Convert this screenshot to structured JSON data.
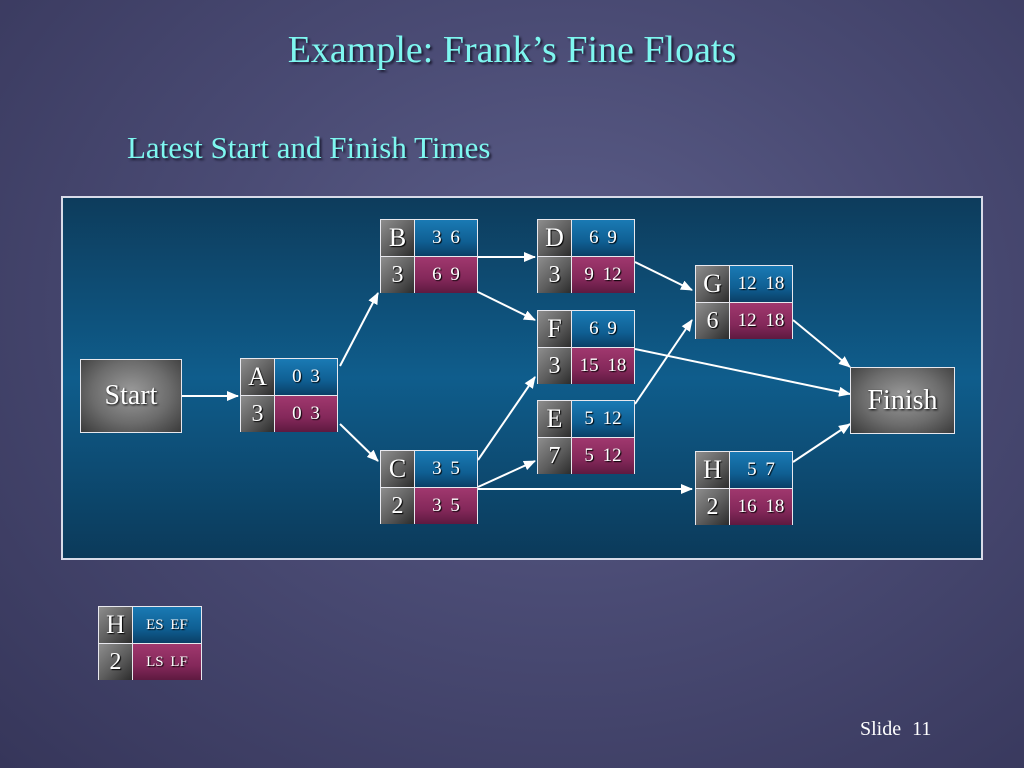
{
  "title": "Example:  Frank’s Fine Floats",
  "subtitle": "Latest Start and Finish Times",
  "terminals": {
    "start": "Start",
    "finish": "Finish"
  },
  "nodes": [
    {
      "id": "A",
      "letter": "A",
      "duration": "3",
      "early": "0  3",
      "late": "0  3"
    },
    {
      "id": "B",
      "letter": "B",
      "duration": "3",
      "early": "3  6",
      "late": "6  9"
    },
    {
      "id": "C",
      "letter": "C",
      "duration": "2",
      "early": "3  5",
      "late": "3  5"
    },
    {
      "id": "D",
      "letter": "D",
      "duration": "3",
      "early": "6   9",
      "late": "9  12"
    },
    {
      "id": "F",
      "letter": "F",
      "duration": "3",
      "early": "6   9",
      "late": "15 18"
    },
    {
      "id": "E",
      "letter": "E",
      "duration": "7",
      "early": "5  12",
      "late": "5  12"
    },
    {
      "id": "G",
      "letter": "G",
      "duration": "6",
      "early": "12 18",
      "late": "12 18"
    },
    {
      "id": "H",
      "letter": "H",
      "duration": "2",
      "early": "5   7",
      "late": "16 18"
    }
  ],
  "edges": [
    [
      "Start",
      "A"
    ],
    [
      "A",
      "B"
    ],
    [
      "A",
      "C"
    ],
    [
      "B",
      "D"
    ],
    [
      "B",
      "F"
    ],
    [
      "C",
      "F"
    ],
    [
      "C",
      "E"
    ],
    [
      "C",
      "H"
    ],
    [
      "D",
      "G"
    ],
    [
      "E",
      "G"
    ],
    [
      "F",
      "Finish"
    ],
    [
      "G",
      "Finish"
    ],
    [
      "H",
      "Finish"
    ]
  ],
  "legend": {
    "letter": "H",
    "duration": "2",
    "early": "ES  EF",
    "late": "LS  LF"
  },
  "footer": {
    "label": "Slide",
    "number": "11"
  },
  "colors": {
    "title": "#7ef7f0",
    "early_cell": "#0f5f93",
    "late_cell": "#84285a",
    "panel": "#0f5d8c",
    "arrow": "#ffffff"
  }
}
